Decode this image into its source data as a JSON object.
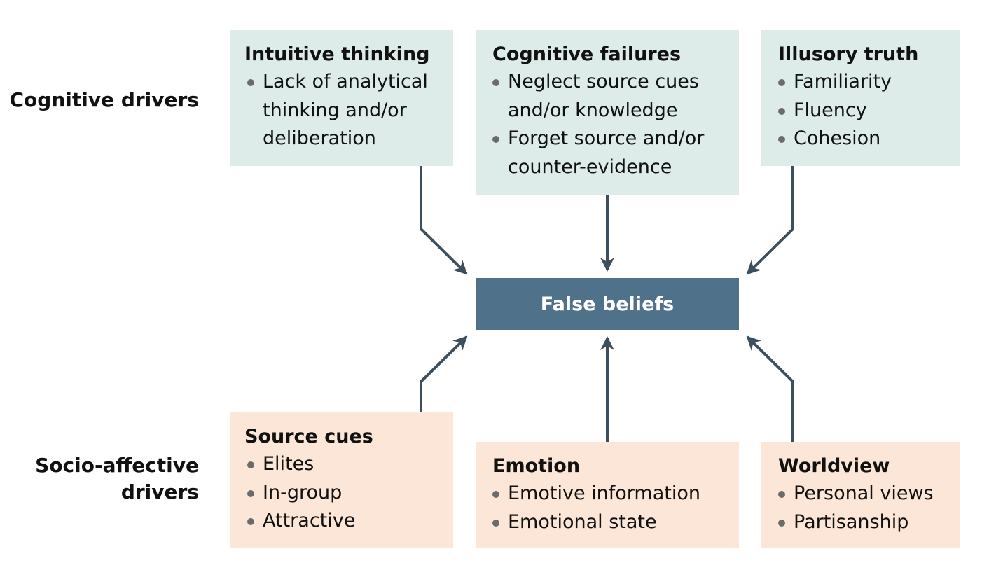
{
  "row_labels": {
    "cognitive": "Cognitive drivers",
    "socio_line1": "Socio-affective",
    "socio_line2": "drivers"
  },
  "center": {
    "label": "False beliefs",
    "color": "#4f7189"
  },
  "colors": {
    "cognitive_box": "#ddece8",
    "socio_box": "#fbe6d7",
    "arrow": "#3d4f5c"
  },
  "cognitive_boxes": [
    {
      "title": "Intuitive thinking",
      "items": [
        "Lack of analytical thinking and/or deliberation"
      ]
    },
    {
      "title": "Cognitive failures",
      "items": [
        "Neglect source cues and/or knowledge",
        "Forget source and/or counter-evidence"
      ]
    },
    {
      "title": "Illusory truth",
      "items": [
        "Familiarity",
        "Fluency",
        "Cohesion"
      ]
    }
  ],
  "socio_boxes": [
    {
      "title": "Source cues",
      "items": [
        "Elites",
        "In-group",
        "Attractive"
      ]
    },
    {
      "title": "Emotion",
      "items": [
        "Emotive information",
        "Emotional state"
      ]
    },
    {
      "title": "Worldview",
      "items": [
        "Personal views",
        "Partisanship"
      ]
    }
  ]
}
